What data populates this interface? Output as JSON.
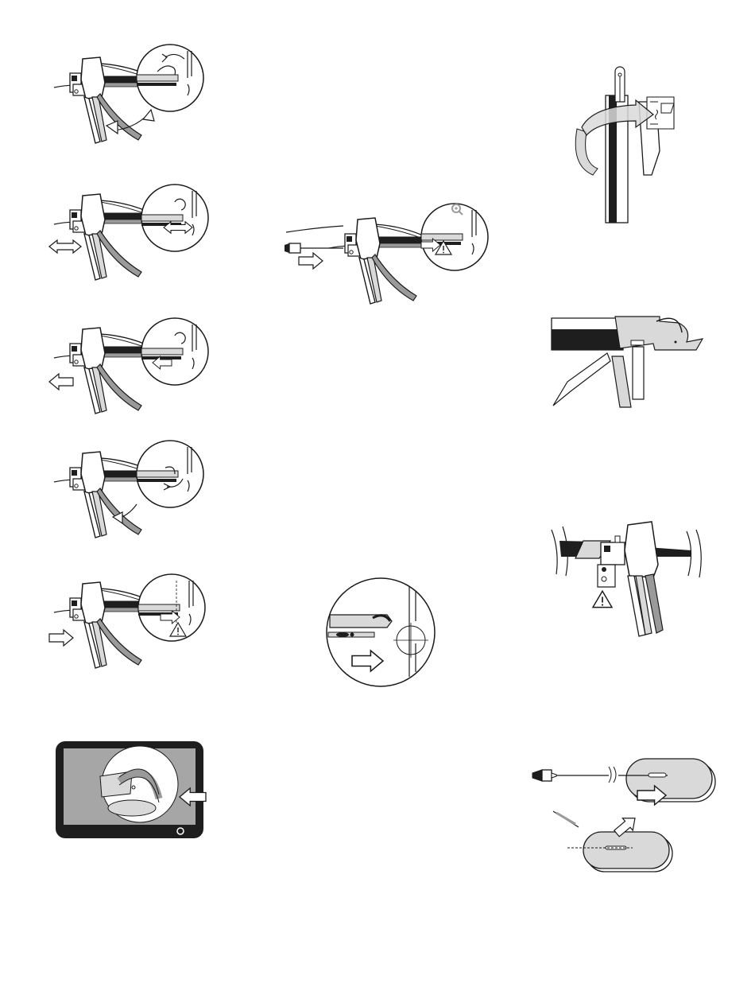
{
  "page": {
    "background": "#ffffff",
    "stroke_color": "#1a1a1a",
    "light_fill": "#d9d9d9",
    "mid_fill": "#9a9a9a",
    "dark_fill": "#1e1e1e",
    "screen_color": "#a6a6a6"
  },
  "figures": [
    {
      "id": "step-rotate-handle",
      "icons": [
        "curved-arrow-icon",
        "rotate-arrow-icon"
      ]
    },
    {
      "id": "step-slide-back-forth",
      "icons": [
        "double-arrow-icon"
      ]
    },
    {
      "id": "step-pull-back",
      "icons": [
        "left-arrow-icon"
      ]
    },
    {
      "id": "step-release-handle",
      "icons": [
        "curved-arrow-icon"
      ]
    },
    {
      "id": "step-advance-caution",
      "icons": [
        "right-arrow-icon",
        "warning-triangle-icon"
      ]
    },
    {
      "id": "monitor-view",
      "icons": [
        "left-arrow-icon",
        "power-button-icon"
      ]
    },
    {
      "id": "step-insert-catheter",
      "icons": [
        "zoom-in-icon",
        "right-arrow-icon",
        "warning-triangle-icon"
      ]
    },
    {
      "id": "detail-target-alignment",
      "icons": [
        "crosshair-icon",
        "right-arrow-icon"
      ]
    },
    {
      "id": "wrap-around-cartridge",
      "icons": [
        "wrap-arrow-icon"
      ]
    },
    {
      "id": "remove-cartridge-strips",
      "icons": []
    },
    {
      "id": "device-in-tissue-caution",
      "icons": [
        "warning-triangle-icon"
      ]
    },
    {
      "id": "catheter-insertion-and-removal",
      "icons": [
        "right-arrow-icon",
        "up-arrow-icon"
      ]
    }
  ]
}
